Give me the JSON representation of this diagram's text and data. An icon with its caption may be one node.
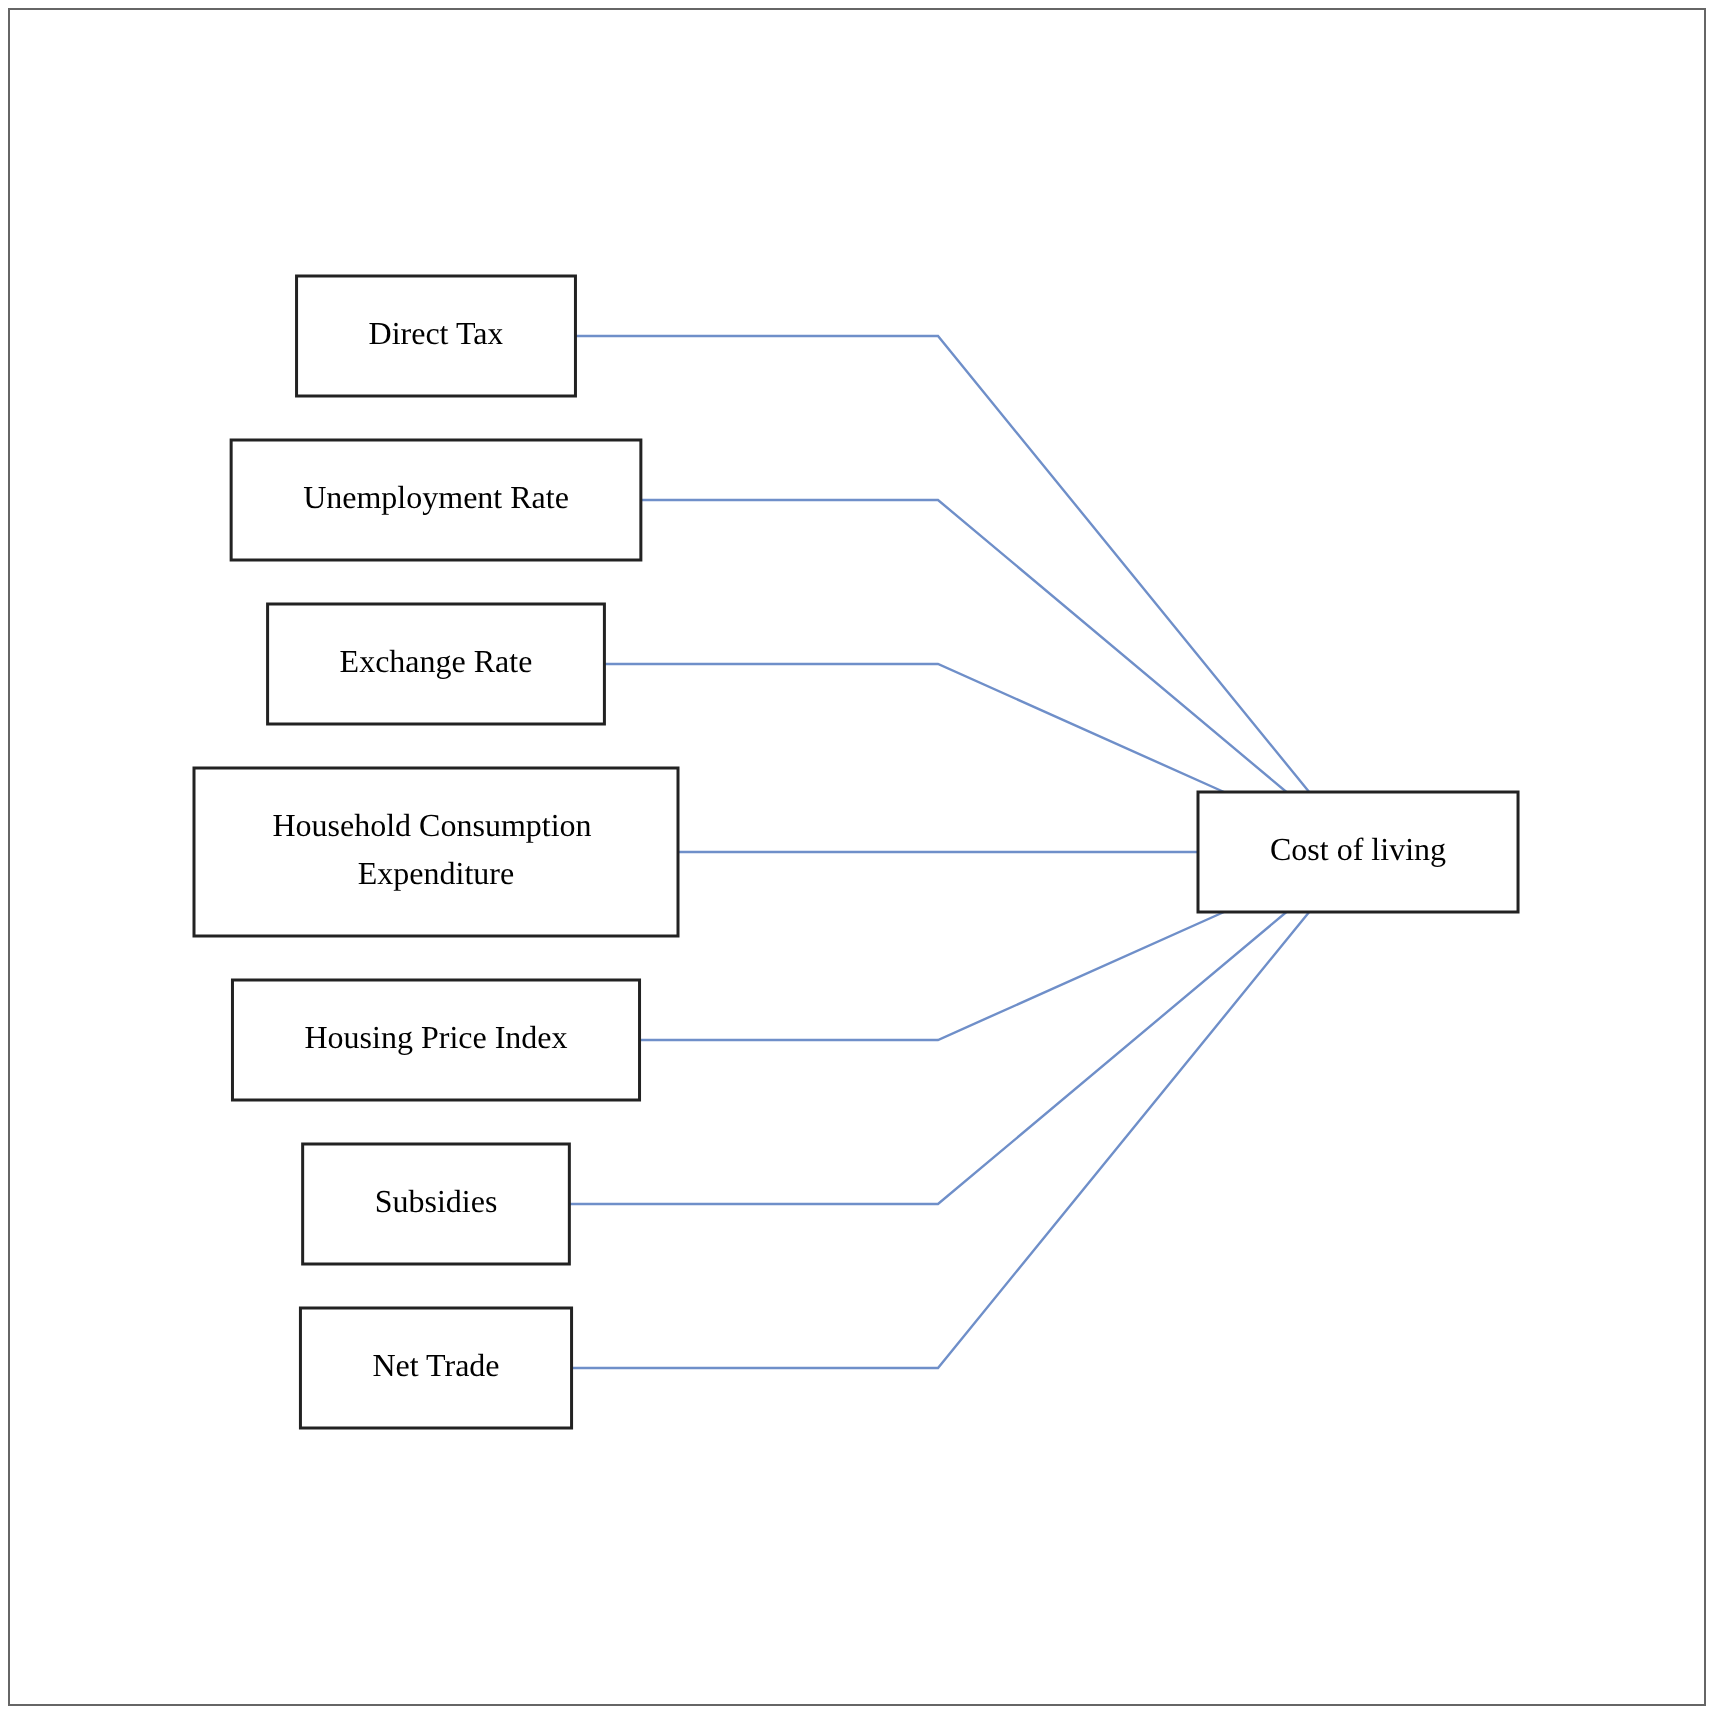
{
  "diagram": {
    "nodes": [
      {
        "text": [
          "Direct Tax"
        ]
      },
      {
        "text": [
          "Unemployment Rate"
        ]
      },
      {
        "text": [
          "Exchange Rate"
        ]
      },
      {
        "text": [
          "Household Consumption Expenditure"
        ]
      },
      {
        "text": [
          "Housing Price Index"
        ]
      },
      {
        "text": [
          "Subsidies"
        ]
      },
      {
        "text": [
          "Net Trade"
        ]
      },
      {
        "text": [
          "Cost of living"
        ]
      }
    ],
    "edges": [
      {
        "from": 0,
        "to": 7,
        "arrow": "none"
      },
      {
        "from": 1,
        "to": 7,
        "arrow": "none"
      },
      {
        "from": 2,
        "to": 7,
        "arrow": "none"
      },
      {
        "from": 3,
        "to": 7,
        "arrow": "none"
      },
      {
        "from": 4,
        "to": 7,
        "arrow": "none"
      },
      {
        "from": 5,
        "to": 7,
        "arrow": "none"
      },
      {
        "from": 6,
        "to": 7,
        "arrow": "none"
      }
    ]
  }
}
